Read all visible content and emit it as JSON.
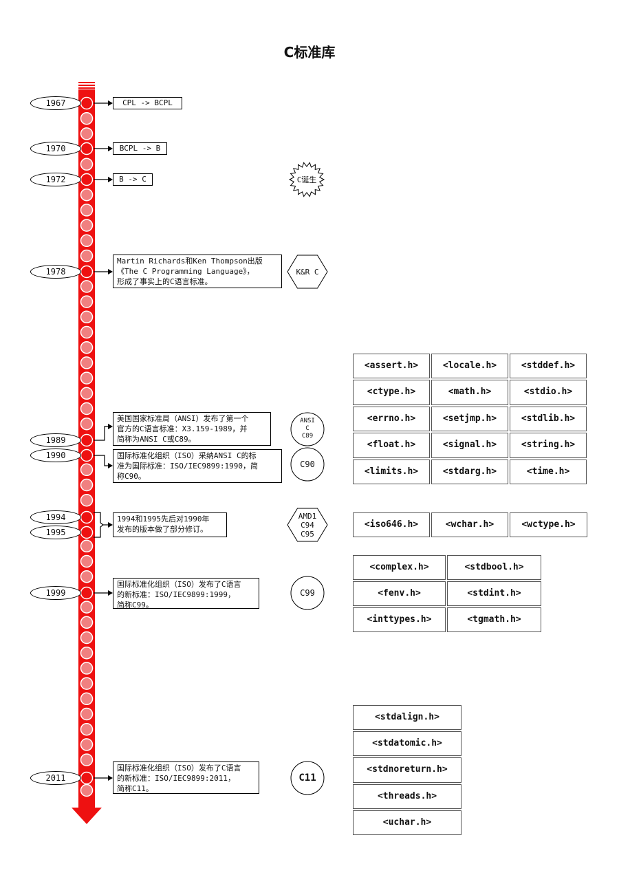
{
  "title": "C标准库",
  "years": [
    "1967",
    "1970",
    "1972",
    "1978",
    "1989",
    "1990",
    "1994",
    "1995",
    "1999",
    "2011"
  ],
  "notes": {
    "n1967": [
      "CPL -> BCPL"
    ],
    "n1970": [
      "BCPL -> B"
    ],
    "n1972": [
      "B -> C"
    ],
    "n1978": [
      "Martin Richards和Ken Thompson出版",
      "《The C Programming Language》，",
      "形成了事实上的C语言标准。"
    ],
    "n1989": [
      "美国国家标准局（ANSI）发布了第一个",
      "官方的C语言标准：X3.159-1989，并",
      "简称为ANSI C或C89。"
    ],
    "n1990": [
      "国际标准化组织（ISO）采纳ANSI C的标",
      "准为国际标准：ISO/IEC9899:1990，简",
      "称C90。"
    ],
    "n1994": [
      "1994和1995先后对1990年",
      "发布的版本做了部分修订。"
    ],
    "n1999": [
      "国际标准化组织（ISO）发布了C语言",
      "的新标准：ISO/IEC9899:1999，",
      "简称C99。"
    ],
    "n2011": [
      "国际标准化组织（ISO）发布了C语言",
      "的新标准：ISO/IEC9899:2011，",
      "简称C11。"
    ]
  },
  "badges": {
    "birth": [
      "C诞生"
    ],
    "kr": [
      "K&R C"
    ],
    "ansi": [
      "ANSI",
      "C",
      "C89"
    ],
    "c90": [
      "C90"
    ],
    "amd1": [
      "AMD1",
      "C94",
      "C95"
    ],
    "c99": [
      "C99"
    ],
    "c11": [
      "C11"
    ]
  },
  "headers": {
    "c89": [
      "<assert.h>",
      "<locale.h>",
      "<stddef.h>",
      "<ctype.h>",
      "<math.h>",
      "<stdio.h>",
      "<errno.h>",
      "<setjmp.h>",
      "<stdlib.h>",
      "<float.h>",
      "<signal.h>",
      "<string.h>",
      "<limits.h>",
      "<stdarg.h>",
      "<time.h>"
    ],
    "c95": [
      "<iso646.h>",
      "<wchar.h>",
      "<wctype.h>"
    ],
    "c99": [
      "<complex.h>",
      "<stdbool.h>",
      "<fenv.h>",
      "<stdint.h>",
      "<inttypes.h>",
      "<tgmath.h>"
    ],
    "c11": [
      "<stdalign.h>",
      "<stdatomic.h>",
      "<stdnoreturn.h>",
      "<threads.h>",
      "<uchar.h>"
    ]
  },
  "colors": {
    "red": "#ee1111",
    "pink": "#f08080",
    "line": "#000000"
  }
}
